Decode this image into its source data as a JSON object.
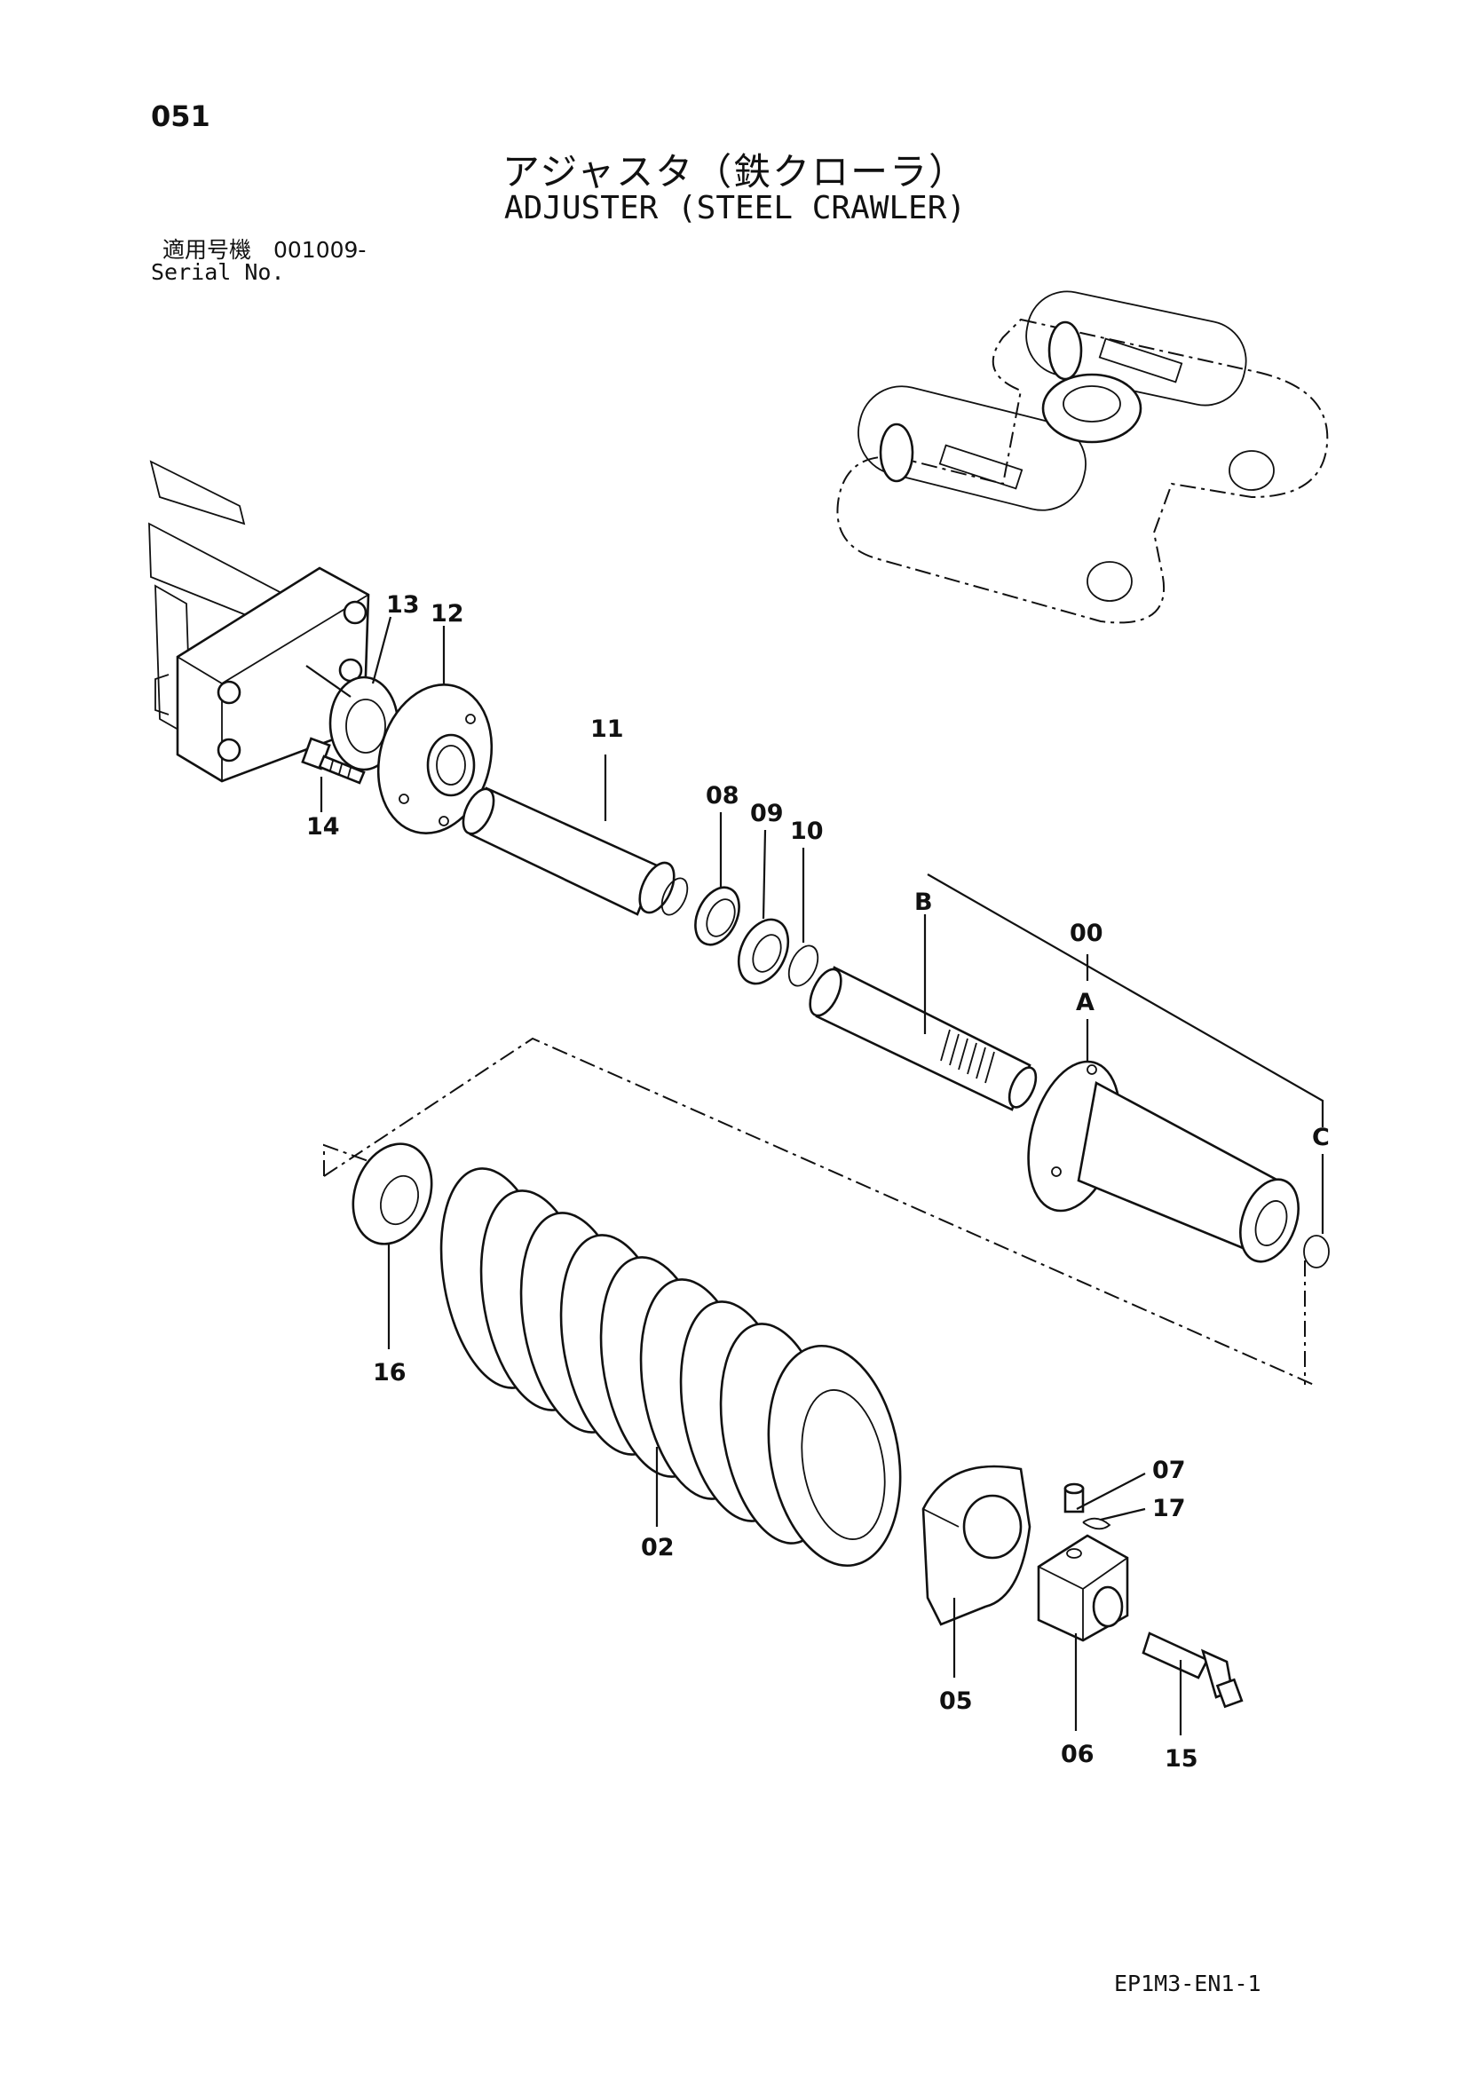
{
  "header": {
    "page_number": "051",
    "title_ja": "アジャスタ（鉄クローラ）",
    "title_en": "ADJUSTER (STEEL CRAWLER)",
    "serial_label_ja": "適用号機　001009-",
    "serial_label_en": "Serial No."
  },
  "footer": {
    "doc_code": "EP1M3-EN1-1"
  },
  "callouts": {
    "p13": "13",
    "p12": "12",
    "p14": "14",
    "p11": "11",
    "p08": "08",
    "p09": "09",
    "p10": "10",
    "pB": "B",
    "p00": "00",
    "pA": "A",
    "pC": "C",
    "p16": "16",
    "p02": "02",
    "p07": "07",
    "p17": "17",
    "p05": "05",
    "p06": "06",
    "p15": "15"
  }
}
